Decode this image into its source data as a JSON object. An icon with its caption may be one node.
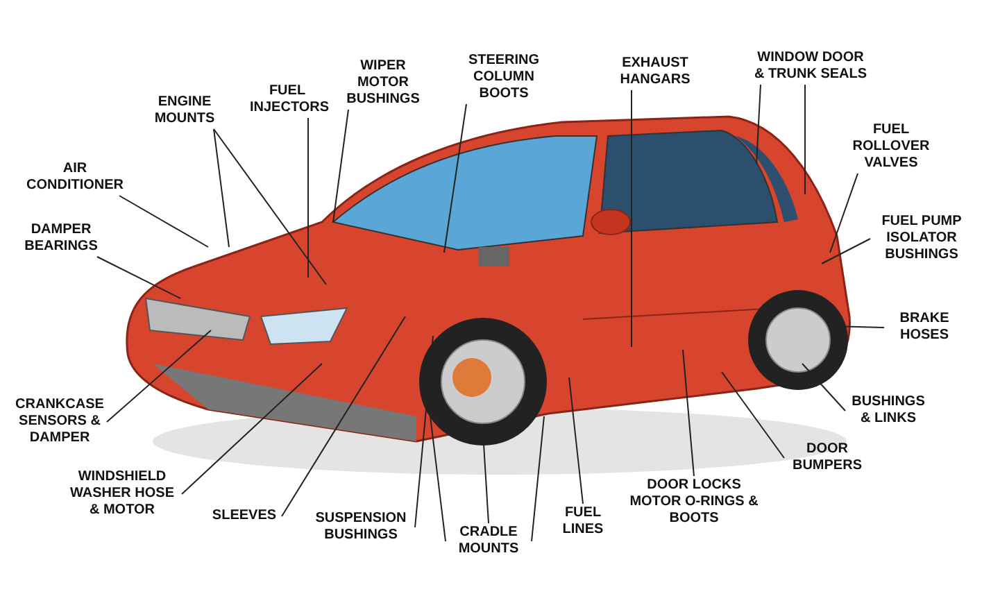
{
  "diagram": {
    "nodes": [
      {
        "text": [
          "WIPER MOTOR BUSHINGS"
        ]
      },
      {
        "text": [
          "STEERING COLUMN BOOTS"
        ]
      },
      {
        "text": [
          "EXHAUST HANGARS"
        ]
      },
      {
        "text": [
          "WINDOW DOOR & TRUNK SEALS"
        ]
      },
      {
        "text": [
          "FUEL INJECTORS"
        ]
      },
      {
        "text": [
          "ENGINE MOUNTS"
        ]
      },
      {
        "text": [
          "FUEL ROLLOVER VALVES"
        ]
      },
      {
        "text": [
          "AIR CONDITIONER"
        ]
      },
      {
        "text": [
          "FUEL PUMP ISOLATOR BUSHINGS"
        ]
      },
      {
        "text": [
          "DAMPER BEARINGS"
        ]
      },
      {
        "text": [
          "BRAKE HOSES"
        ]
      },
      {
        "text": [
          "CRANKCASE SENSORS & DAMPER"
        ]
      },
      {
        "text": [
          "BUSHINGS & LINKS"
        ]
      },
      {
        "text": [
          "DOOR BUMPERS"
        ]
      },
      {
        "text": [
          "WINDSHIELD WASHER HOSE & MOTOR"
        ]
      },
      {
        "text": [
          "DOOR LOCKS MOTOR O-RINGS & BOOTS"
        ]
      },
      {
        "text": [
          "SLEEVES"
        ]
      },
      {
        "text": [
          "SUSPENSION BUSHINGS"
        ]
      },
      {
        "text": [
          "FUEL LINES"
        ]
      },
      {
        "text": [
          "CRADLE MOUNTS"
        ]
      },
      {
        "text": [],
        "shape": "picture"
      }
    ],
    "edges": [
      {
        "from": 0,
        "to": 20,
        "arrow": "none"
      },
      {
        "from": 1,
        "to": 20,
        "arrow": "none"
      },
      {
        "from": 2,
        "to": 20,
        "arrow": "none"
      },
      {
        "from": 3,
        "to": 20,
        "arrow": "none"
      },
      {
        "from": 3,
        "to": 20,
        "arrow": "none"
      },
      {
        "from": 4,
        "to": 20,
        "arrow": "none"
      },
      {
        "from": 5,
        "to": 20,
        "arrow": "none"
      },
      {
        "from": 5,
        "to": 20,
        "arrow": "none"
      },
      {
        "from": 6,
        "to": 20,
        "arrow": "none"
      },
      {
        "from": 7,
        "to": 20,
        "arrow": "none"
      },
      {
        "from": 8,
        "to": 20,
        "arrow": "none"
      },
      {
        "from": 9,
        "to": 20,
        "arrow": "none"
      },
      {
        "from": 10,
        "to": 20,
        "arrow": "none"
      },
      {
        "from": 11,
        "to": 20,
        "arrow": "none"
      },
      {
        "from": 12,
        "to": 20,
        "arrow": "none"
      },
      {
        "from": 13,
        "to": 20,
        "arrow": "none"
      },
      {
        "from": 14,
        "to": 20,
        "arrow": "none"
      },
      {
        "from": 15,
        "to": 20,
        "arrow": "none"
      },
      {
        "from": 16,
        "to": 20,
        "arrow": "none"
      },
      {
        "from": 17,
        "to": 20,
        "arrow": "none"
      },
      {
        "from": 18,
        "to": 20,
        "arrow": "none"
      },
      {
        "from": 19,
        "to": 20,
        "arrow": "none"
      },
      {
        "from": 19,
        "to": 20,
        "arrow": "none"
      },
      {
        "from": 19,
        "to": 20,
        "arrow": "none"
      }
    ]
  }
}
